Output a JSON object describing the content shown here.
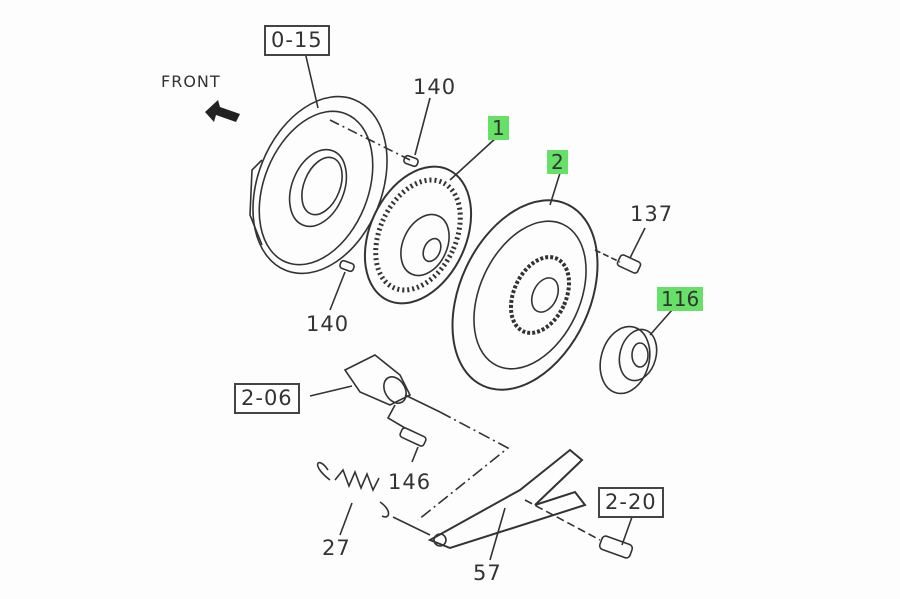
{
  "diagram": {
    "front_label": "FRONT",
    "highlight_color": "#66e066",
    "references": {
      "flywheel": "0-15",
      "slave_cylinder": "2-06",
      "pivot": "2-20"
    },
    "callouts": {
      "disc": "1",
      "pressure_plate": "2",
      "release_bearing": "116",
      "dowel_top": "140",
      "dowel_bottom": "140",
      "bolt_137": "137",
      "bolt_146": "146",
      "spring": "27",
      "fork": "57"
    }
  }
}
